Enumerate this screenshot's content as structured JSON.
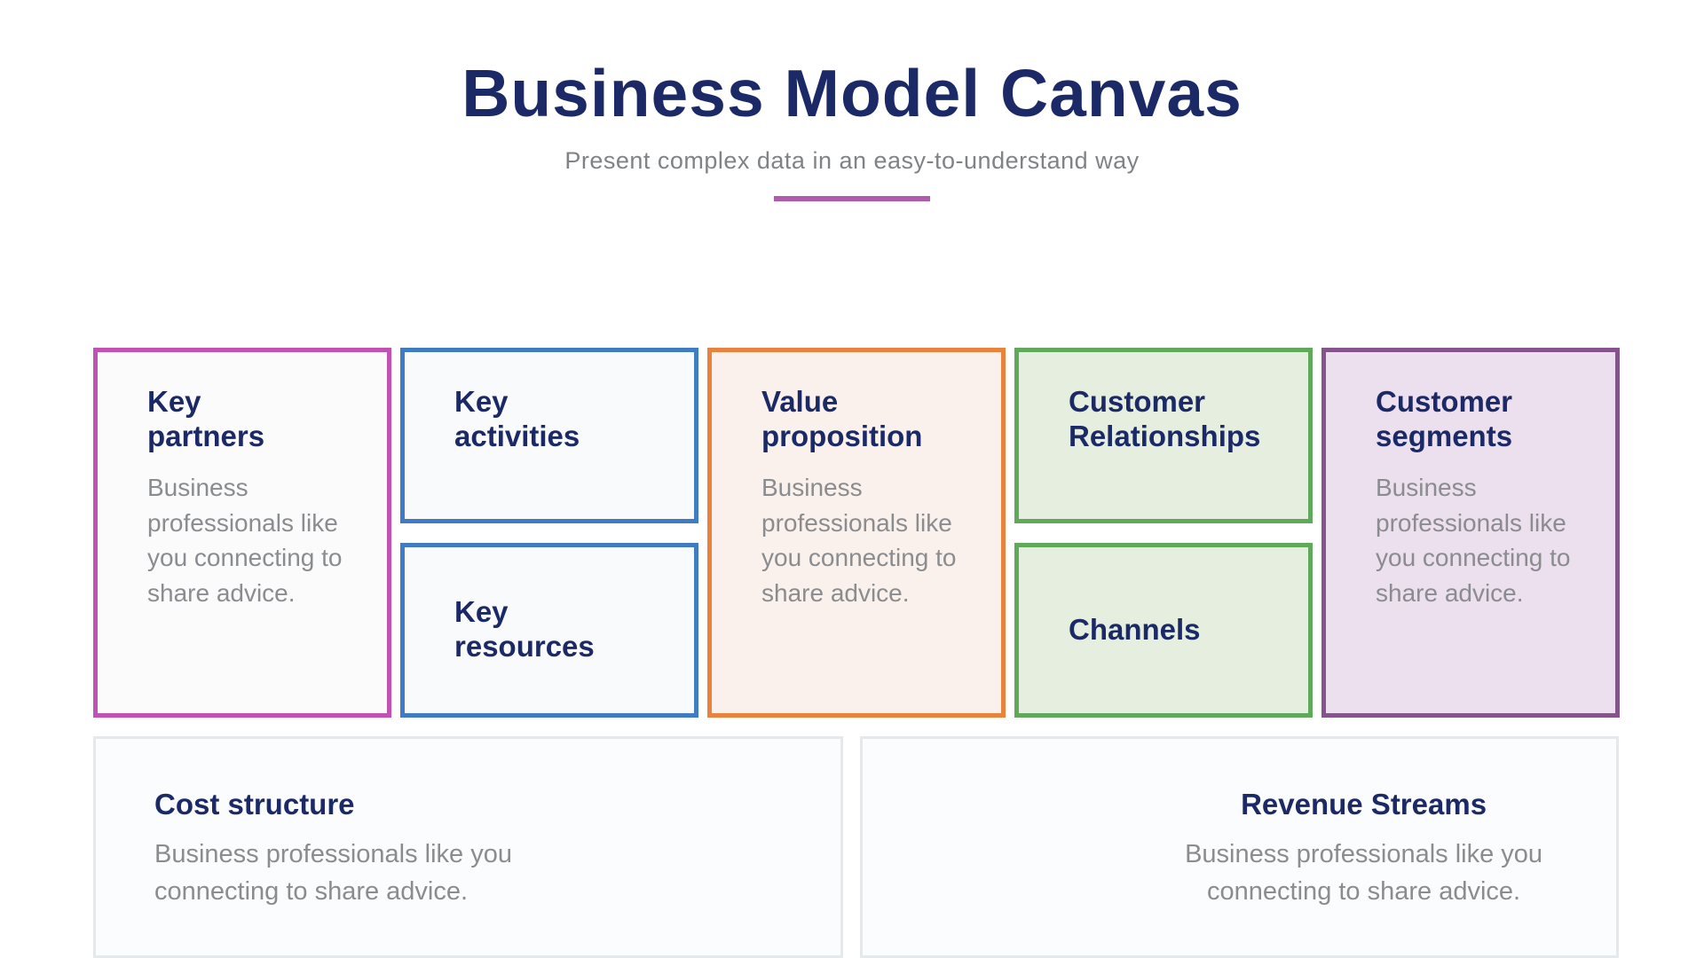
{
  "header": {
    "title": "Business Model Canvas",
    "subtitle": "Present complex data in an easy-to-understand way"
  },
  "colors": {
    "title_navy": "#1b2a66",
    "body_gray": "#8a8c8f",
    "subtitle_gray": "#7f8386",
    "divider_purple": "#af5cac",
    "bottom_box_fill": "#fbfcfd",
    "bottom_box_border": "#e3e9ed"
  },
  "blocks": {
    "key_partners": {
      "label": "Key\npartners",
      "body": "Business professionals like you connecting to share advice.",
      "accent": "#c151b3",
      "fill": "#fbfbfc"
    },
    "key_activities": {
      "label": "Key\nactivities",
      "accent": "#407cc3",
      "fill": "#f9fafb"
    },
    "key_resources": {
      "label": "Key\nresources",
      "accent": "#407cc3",
      "fill": "#f9fafb"
    },
    "value_proposition": {
      "label": "Value\nproposition",
      "body": "Business professionals like you connecting to share advice.",
      "accent": "#e8823c",
      "fill": "#faf1ec"
    },
    "customer_relationships": {
      "label": "Customer\nRelationships",
      "accent": "#60a95a",
      "fill": "#e6efdf"
    },
    "channels": {
      "label": "Channels",
      "accent": "#60a95a",
      "fill": "#e6efdf"
    },
    "customer_segments": {
      "label": "Customer\nsegments",
      "body": "Business professionals like you connecting to share advice.",
      "accent": "#85548d",
      "fill": "#ecdfee"
    },
    "cost_structure": {
      "label": "Cost structure",
      "body": "Business professionals like you connecting to share advice."
    },
    "revenue_streams": {
      "label": "Revenue Streams",
      "body": "Business professionals like you connecting to share advice."
    }
  }
}
